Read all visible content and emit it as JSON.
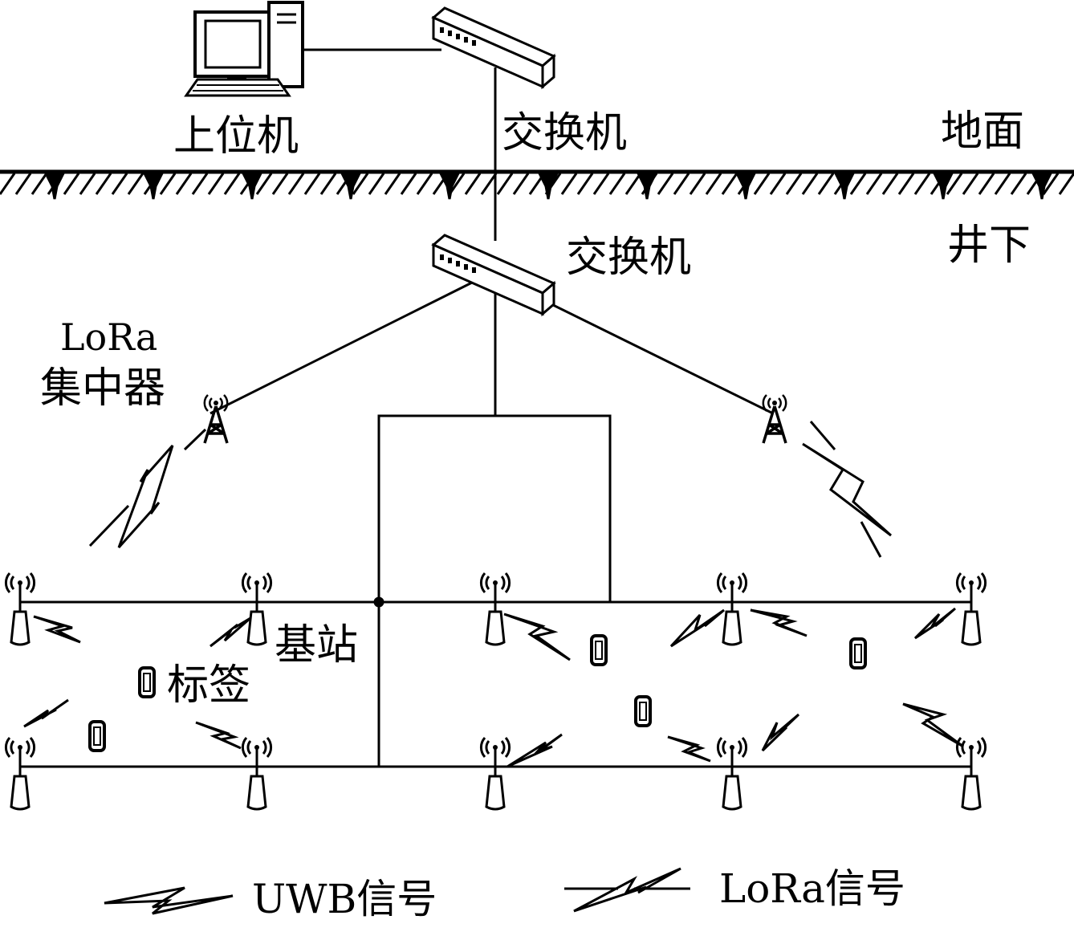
{
  "labels": {
    "host_pc": "上位机",
    "switch_top": "交换机",
    "ground": "地面",
    "underground": "井下",
    "switch_under": "交换机",
    "lora_line1": "LoRa",
    "lora_line2": "集中器",
    "base_station": "基站",
    "tag": "标签"
  },
  "legend": {
    "uwb": "UWB信号",
    "lora": "LoRa信号"
  },
  "icons": [
    "computer-icon",
    "switch-icon",
    "lora-concentrator-icon",
    "base-station-antenna-icon",
    "tag-icon"
  ],
  "colors": {
    "ink": "#000000",
    "background": "#ffffff"
  }
}
